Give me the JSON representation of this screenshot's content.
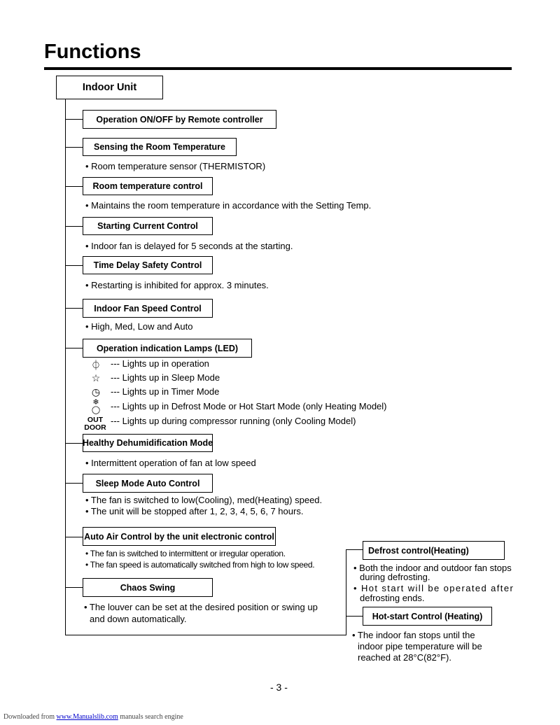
{
  "page": {
    "title": "Functions",
    "page_number": "- 3 -"
  },
  "indoor_unit": {
    "label": "Indoor Unit"
  },
  "functions": {
    "operation_onoff": {
      "label": "Operation ON/OFF by Remote controller"
    },
    "sensing_temp": {
      "label": "Sensing the Room Temperature",
      "desc": "• Room temperature sensor (THERMISTOR)"
    },
    "room_temp_control": {
      "label": "Room temperature control",
      "desc": "• Maintains the room temperature in accordance with the Setting Temp."
    },
    "starting_current": {
      "label": "Starting Current Control",
      "desc": "• Indoor fan is delayed for 5 seconds at the starting."
    },
    "time_delay": {
      "label": "Time Delay Safety Control",
      "desc": "• Restarting is inhibited for approx. 3 minutes."
    },
    "fan_speed": {
      "label": "Indoor Fan Speed Control",
      "desc": "• High, Med, Low and Auto"
    },
    "led": {
      "label": "Operation indication Lamps (LED)",
      "items": [
        {
          "symbol": "⏀",
          "text": "--- Lights up in operation"
        },
        {
          "symbol": "☆",
          "text": "--- Lights up in Sleep Mode"
        },
        {
          "symbol": "◷",
          "text": "--- Lights up in Timer Mode"
        },
        {
          "symbol": "❄",
          "text": "--- Lights up in Defrost Mode or Hot Start Mode (only Heating Model)"
        },
        {
          "symbol": "OUT DOOR",
          "text": "--- Lights up during compressor running (only Cooling Model)"
        }
      ]
    },
    "dehumidification": {
      "label": "Healthy Dehumidification Mode",
      "desc": "• Intermittent operation of fan at low speed"
    },
    "sleep_mode": {
      "label": "Sleep Mode Auto Control",
      "desc1": "• The fan is switched to low(Cooling), med(Heating) speed.",
      "desc2": "• The unit will be stopped after 1, 2, 3, 4, 5, 6, 7 hours."
    },
    "auto_air": {
      "label": "Auto Air Control by the unit electronic control",
      "desc1": "• The fan is switched to intermittent or irregular operation.",
      "desc2": "• The fan speed is automatically switched from high to low speed."
    },
    "chaos_swing": {
      "label": "Chaos Swing",
      "desc1": "• The louver can be set at the desired position or swing up",
      "desc2": "and down automatically."
    },
    "defrost": {
      "label": "Defrost control(Heating)",
      "desc1a": "• Both the indoor and outdoor fan stops",
      "desc1b": "during defrosting.",
      "desc2a": "• Hot start will be operated after",
      "desc2b": "defrosting ends."
    },
    "hot_start": {
      "label": "Hot-start Control (Heating)",
      "desc1": "• The indoor fan stops until the",
      "desc2": "indoor pipe temperature will be",
      "desc3": "reached at 28°C(82°F)."
    }
  },
  "footer": {
    "prefix": "Downloaded from",
    "link": "www.Manualslib.com",
    "suffix": "manuals search engine"
  }
}
